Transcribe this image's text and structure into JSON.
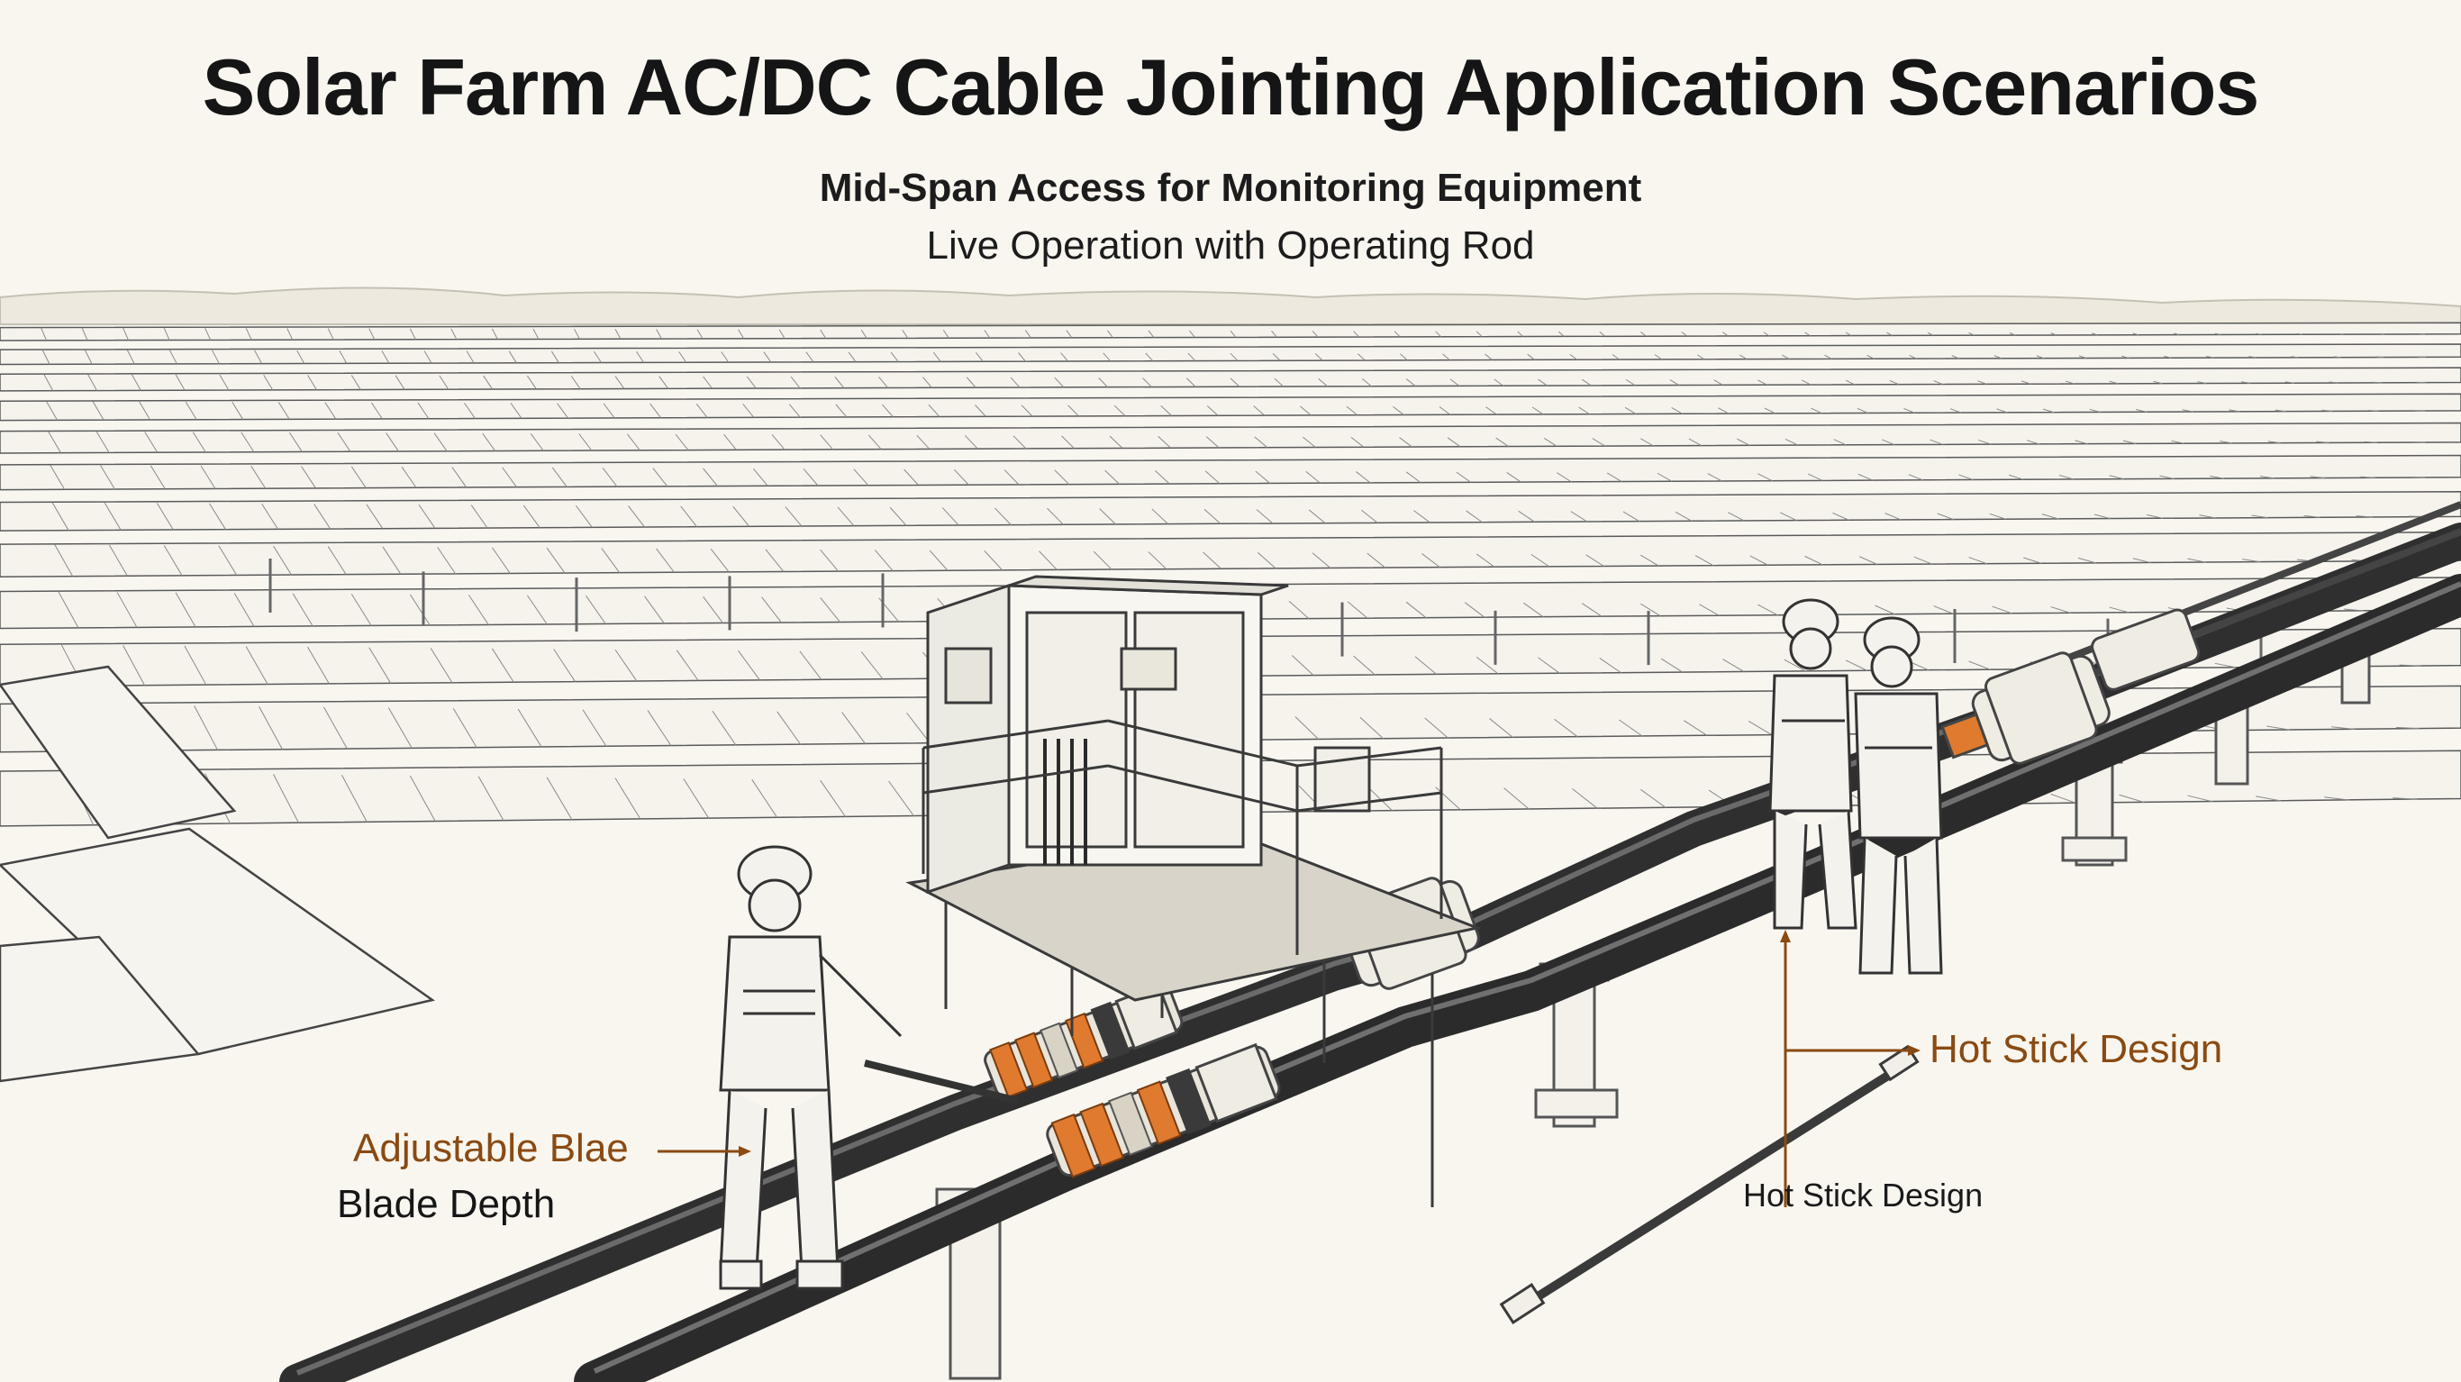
{
  "header": {
    "title": "Solar Farm AC/DC Cable Jointing Application Scenarios",
    "subtitle": "Mid-Span Access for Monitoring Equipment",
    "subtitle_secondary": "Live Operation with Operating Rod"
  },
  "callouts": {
    "left_primary": "Adjustable Blae",
    "left_secondary": "Blade Depth",
    "right_primary": "Hot Stick Design",
    "right_secondary": "Hot Stick Design"
  },
  "colors": {
    "background": "#f8f6ef",
    "ink": "#2b2b2b",
    "accent": "#8a4a12",
    "joint_orange": "#e07a2e",
    "cable": "#3a3a3a"
  },
  "icons": {
    "inverter": "inverter-cabinet-icon",
    "worker": "worker-hardhat-icon",
    "joint": "cable-joint-icon",
    "hot_stick": "hot-stick-icon"
  }
}
